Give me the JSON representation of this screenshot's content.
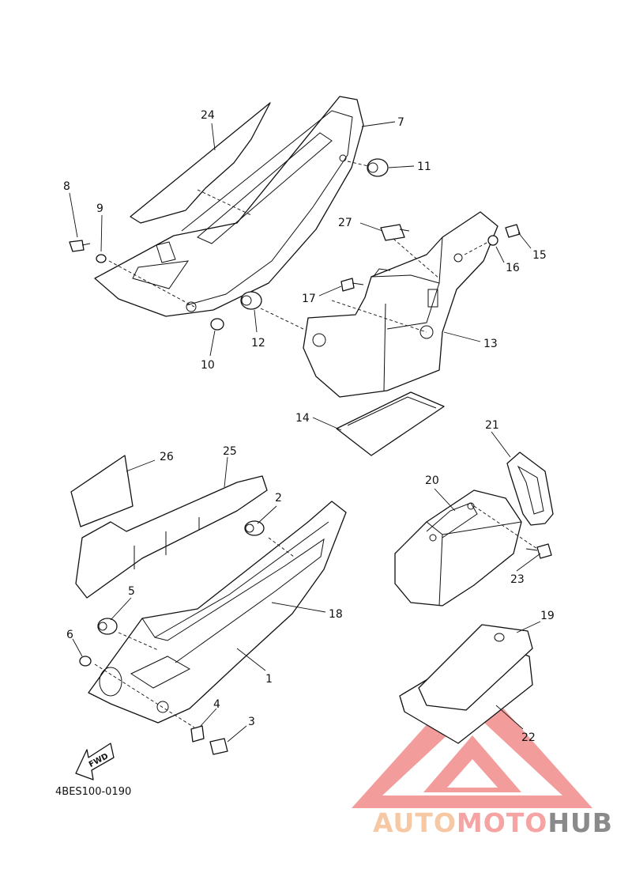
{
  "diagram": {
    "code": "4BES100-0190",
    "fwd_label": "FWD",
    "callouts": [
      "1",
      "2",
      "3",
      "4",
      "5",
      "6",
      "7",
      "8",
      "9",
      "10",
      "11",
      "12",
      "13",
      "14",
      "15",
      "16",
      "17",
      "18",
      "19",
      "20",
      "21",
      "22",
      "23",
      "24",
      "25",
      "26",
      "27"
    ]
  },
  "watermark": {
    "part_auto": "AUTO",
    "part_moto": "MOTO",
    "part_hub": "HUB",
    "color_auto": "#f6c8a4",
    "color_moto": "#f5a3a3",
    "color_hub": "#8a8a8a",
    "logo_color": "#f28b8b"
  }
}
